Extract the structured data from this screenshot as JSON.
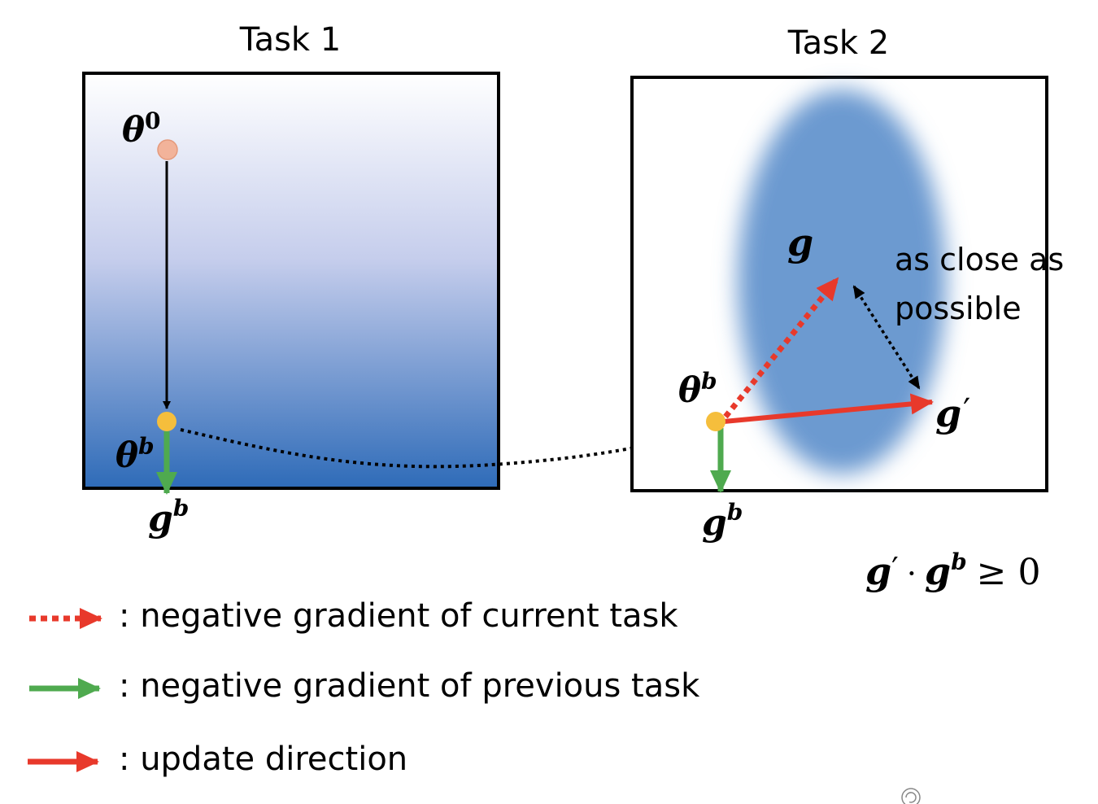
{
  "panels": {
    "task1": {
      "title": "Task 1"
    },
    "task2": {
      "title": "Task 2"
    }
  },
  "labels": {
    "theta": "θ",
    "sup_zero": "0",
    "sup_b": "b",
    "g": "g",
    "prime": "′",
    "dot_op": "·",
    "geq_zero": "≥ 0",
    "close_line1": "as close as",
    "close_line2": "possible"
  },
  "legend": [
    {
      "key": "red-dotted-arrow",
      "text": ": negative gradient of current task"
    },
    {
      "key": "green-arrow",
      "text": ": negative gradient of previous task"
    },
    {
      "key": "red-arrow",
      "text": ": update direction"
    }
  ],
  "colors": {
    "red": "#e8392b",
    "green": "#4faa4f",
    "orange_dot": "#f2b39a",
    "yellow_dot": "#f5be3c",
    "blue": "#2f6cb8",
    "blob": "#6c9ad0"
  }
}
